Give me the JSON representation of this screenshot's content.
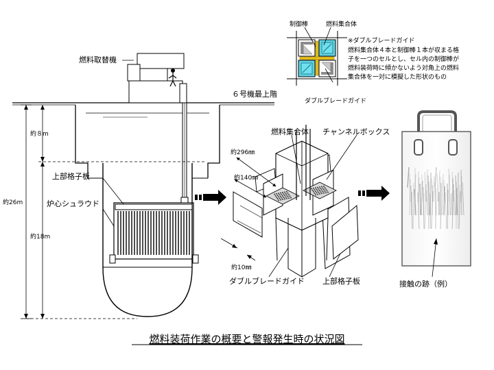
{
  "caption": "燃料装荷作業の概要と警報発生時の状況図",
  "reactor": {
    "refueling_machine": "燃料取替機",
    "top_floor": "６号機最上階",
    "upper_grid_plate": "上部格子板",
    "core_shroud": "炉心シュラウド"
  },
  "dimensions": {
    "depth_8m": "約８m",
    "depth_26m": "約26m",
    "depth_18m": "約18m"
  },
  "cell_inset": {
    "control_rod": "制御棒",
    "fuel_assembly": "燃料集合体",
    "note_title": "※ダブルブレードガイド",
    "note_lines": [
      "燃料集合体４本と制御棒１本が収まる格",
      "子を一つのセルとし、セル内の制御棒が",
      "燃料装荷時に傾かないよう対角上の燃料",
      "集合体を一対に模擬した形状のもの"
    ],
    "guide_label": "ダブルブレードガイド"
  },
  "detail": {
    "fuel_assembly": "燃料集合体",
    "channel_box": "チャンネルボックス",
    "dim_296": "約296㎜",
    "dim_140": "約140㎜",
    "dim_10": "約10㎜",
    "double_blade_guide": "ダブルブレードガイド",
    "upper_grid_plate": "上部格子板"
  },
  "contact": {
    "label": "接触の跡（例）"
  }
}
